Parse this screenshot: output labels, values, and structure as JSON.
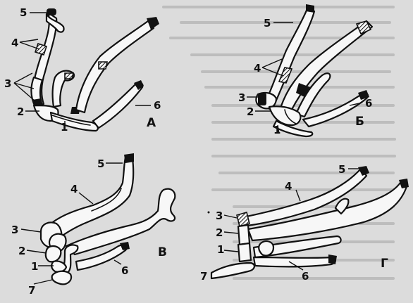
{
  "panels": [
    {
      "id": "A",
      "panel_label": "А",
      "labels": {
        "l1": "1",
        "l2": "2",
        "l3": "3",
        "l4": "4",
        "l5": "5",
        "l6": "6"
      }
    },
    {
      "id": "B",
      "panel_label": "Б",
      "labels": {
        "l1": "1",
        "l2": "2",
        "l3": "3",
        "l4": "4",
        "l5": "5",
        "l6": "6"
      }
    },
    {
      "id": "V",
      "panel_label": "В",
      "labels": {
        "l1": "1",
        "l2": "2",
        "l3": "3",
        "l4": "4",
        "l5": "5",
        "l6": "6",
        "l7": "7"
      }
    },
    {
      "id": "G",
      "panel_label": "Г",
      "labels": {
        "l1": "1",
        "l2": "2",
        "l3": "3",
        "l4": "4",
        "l5": "5",
        "l6": "6",
        "l7": "7"
      }
    }
  ],
  "colors": {
    "page_background": "#dcdcdc",
    "ink": "#111111",
    "bone_fill": "#f7f7f7",
    "background_text": "#bdbdbd"
  }
}
